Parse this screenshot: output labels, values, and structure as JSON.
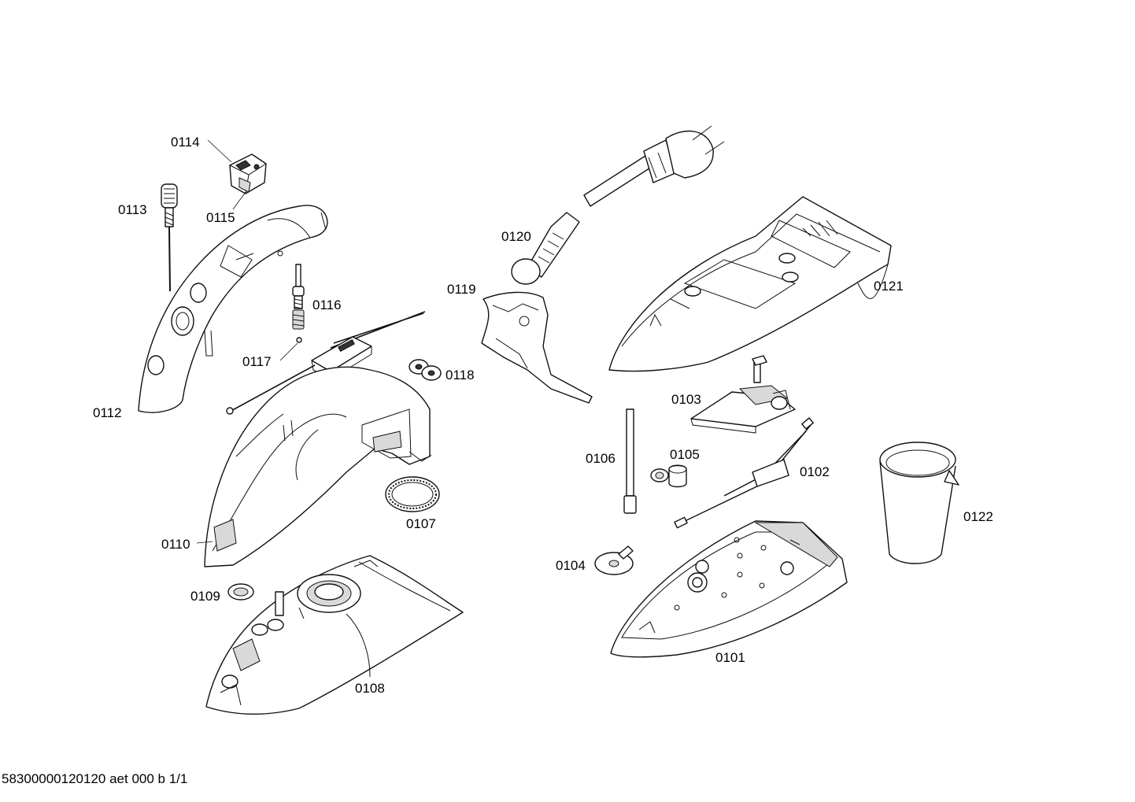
{
  "parts": {
    "p0101": "0101",
    "p0102": "0102",
    "p0103": "0103",
    "p0104": "0104",
    "p0105": "0105",
    "p0106": "0106",
    "p0107": "0107",
    "p0108": "0108",
    "p0109": "0109",
    "p0110": "0110",
    "p0112": "0112",
    "p0113": "0113",
    "p0114": "0114",
    "p0115": "0115",
    "p0116": "0116",
    "p0117": "0117",
    "p0118": "0118",
    "p0119": "0119",
    "p0120": "0120",
    "p0121": "0121",
    "p0122": "0122"
  },
  "footer": "58300000120120 aet 000 b 1/1"
}
